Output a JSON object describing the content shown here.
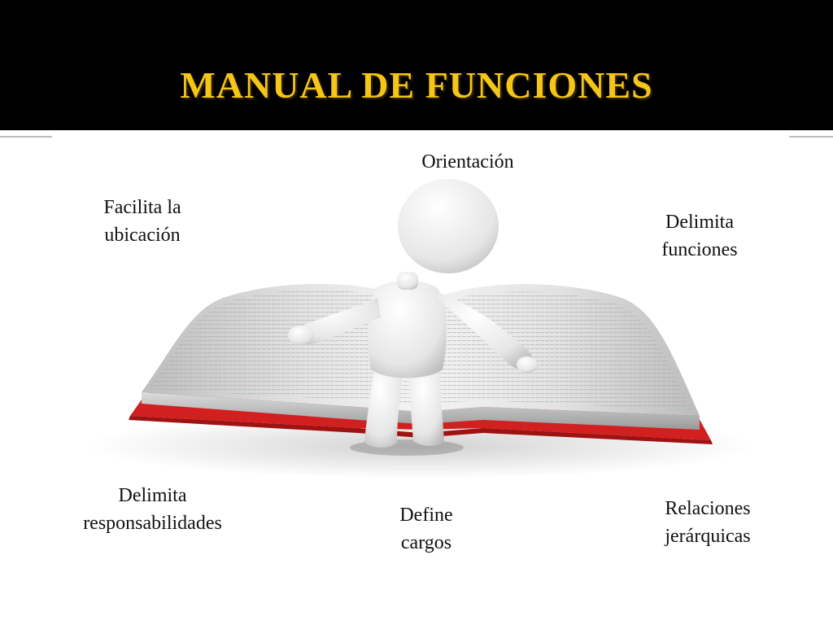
{
  "slide": {
    "title": "MANUAL DE FUNCIONES"
  },
  "labels": {
    "orientacion": "Orientación",
    "facilita": "Facilita  la\nubicación",
    "delimita_funciones": "Delimita\nfunciones",
    "delimita_responsabilidades": "Delimita\nresponsabilidades",
    "define_cargos": "Define\ncargos",
    "relaciones": "Relaciones\njerárquicas"
  },
  "colors": {
    "header_bg": "#000000",
    "title": "#f5c518",
    "book_cover": "#d21f1f",
    "figure": "#e8e8e8"
  },
  "image": {
    "icon": "book-with-figure-illustration"
  }
}
